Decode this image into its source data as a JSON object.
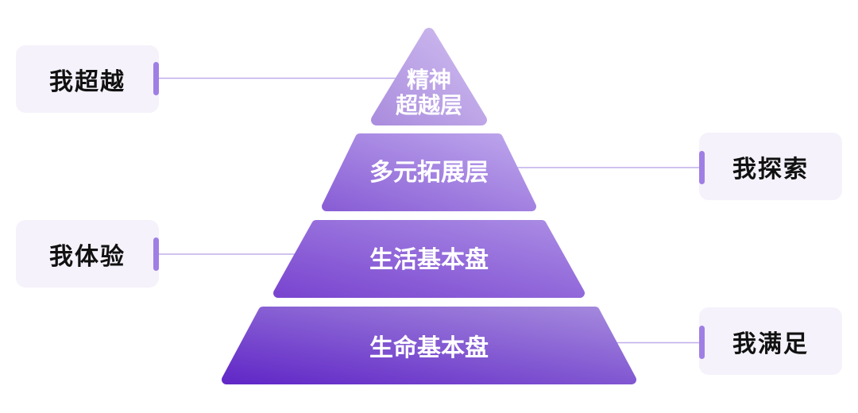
{
  "diagram": {
    "type": "pyramid",
    "title_none_shown": "",
    "text_color": "#ffffff",
    "background": "#ffffff",
    "tiers": [
      {
        "id": "tier-1",
        "line1": "精神",
        "line2": "超越层",
        "label": "精神超越层",
        "color_from": "#ab8ede",
        "color_to": "#d0bdf0"
      },
      {
        "id": "tier-2",
        "label": "多元拓展层",
        "color_from": "#8a5fd6",
        "color_to": "#bda6ec"
      },
      {
        "id": "tier-3",
        "label": "生活基本盘",
        "color_from": "#7a46d0",
        "color_to": "#aa8ce4"
      },
      {
        "id": "tier-4",
        "label": "生命基本盘",
        "color_from": "#6229c7",
        "color_to": "#a489dd"
      }
    ]
  },
  "callouts": [
    {
      "label": "我超越",
      "side": "left",
      "points_to": "精神超越层"
    },
    {
      "label": "我探索",
      "side": "right",
      "points_to": "多元拓展层"
    },
    {
      "label": "我体验",
      "side": "left",
      "points_to": "生活基本盘"
    },
    {
      "label": "我满足",
      "side": "right",
      "points_to": "生命基本盘"
    }
  ],
  "styles": {
    "card_bg": "#f5f2fb",
    "card_text_color": "#111111",
    "accent_bar_color": "#9f7fe3",
    "connector_line_color": "#bfaee9"
  }
}
